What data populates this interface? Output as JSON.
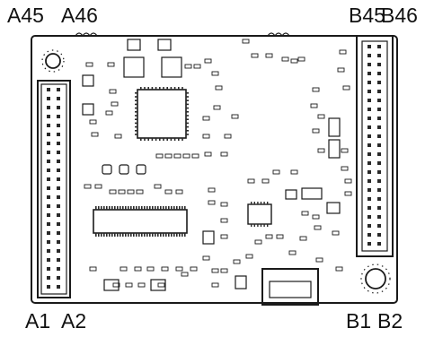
{
  "pin_labels": {
    "top_left_a": "A45",
    "top_left_b": "A46",
    "top_right_a": "B45",
    "top_right_b": "B46",
    "bottom_left_a": "A1",
    "bottom_left_b": "A2",
    "bottom_right_a": "B1",
    "bottom_right_b": "B2"
  },
  "colors": {
    "outline": "#1a1a1a",
    "board_fill": "#ffffff",
    "pad_fill": "#2a2a2a"
  }
}
